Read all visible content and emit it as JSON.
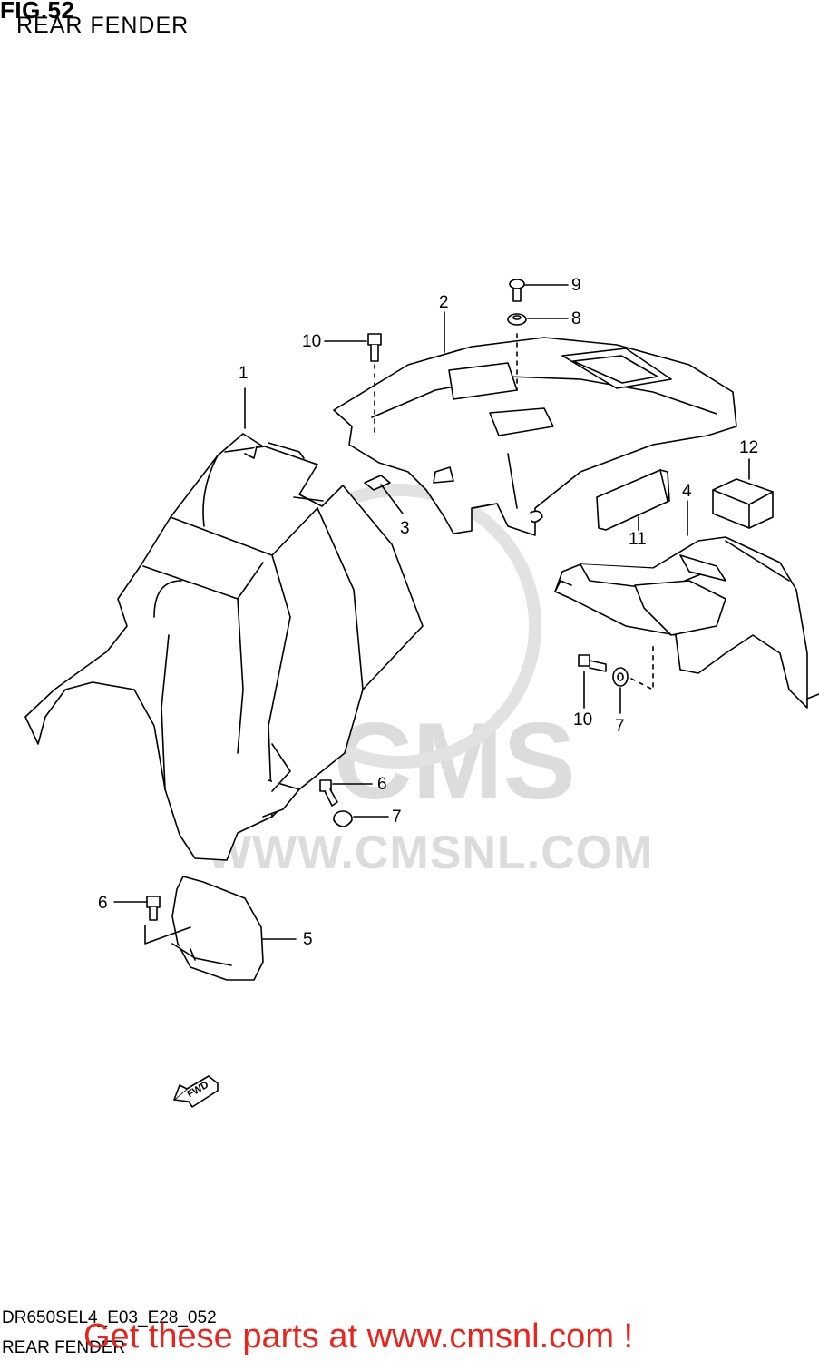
{
  "figure": {
    "title": "FIG.52",
    "subtitle": "REAR FENDER"
  },
  "callouts": [
    "1",
    "2",
    "3",
    "4",
    "5",
    "6",
    "7",
    "8",
    "9",
    "10",
    "11",
    "12",
    "10",
    "7",
    "6"
  ],
  "callout_6_lower": "6",
  "callout_7_mid": "7",
  "callout_10_top": "10",
  "callout_10_right": "10",
  "callout_7_right": "7",
  "direction_badge": "FWD",
  "watermark": {
    "logo": "CMS",
    "url": "WWW.CMSNL.COM"
  },
  "footer": {
    "code": "DR650SEL4_E03_E28_052",
    "name": "REAR FENDER"
  },
  "promo": {
    "text": "Get these parts at www.cmsnl.com !",
    "color": "#e8241c"
  }
}
